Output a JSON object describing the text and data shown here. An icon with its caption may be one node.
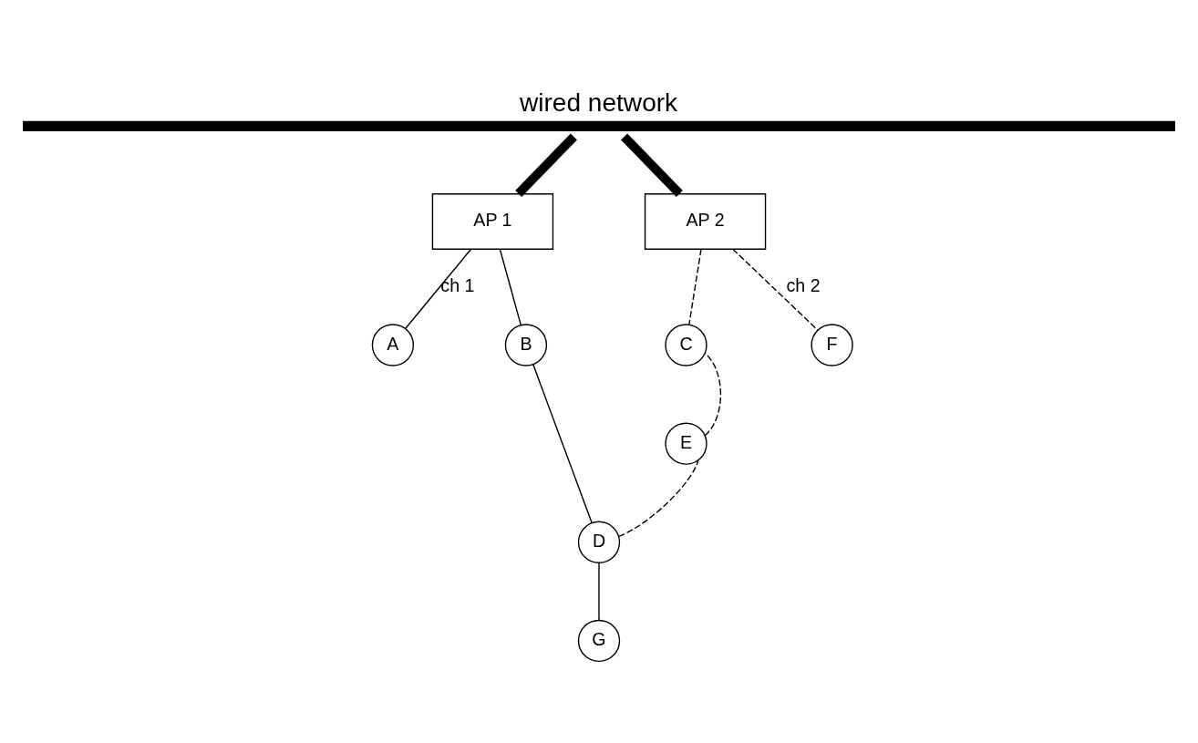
{
  "diagram": {
    "nodes": [
      {
        "text": [
          "wired network"
        ]
      },
      {
        "text": [
          "AP 1"
        ]
      },
      {
        "text": [
          "AP 2"
        ]
      },
      {
        "text": [
          "A"
        ]
      },
      {
        "text": [
          "B"
        ]
      },
      {
        "text": [
          "C"
        ]
      },
      {
        "text": [
          "F"
        ]
      },
      {
        "text": [
          "E"
        ]
      },
      {
        "text": [
          "D"
        ]
      },
      {
        "text": [
          "G"
        ]
      }
    ],
    "edges": [
      {
        "from": 0,
        "to": 1,
        "arrow": "none",
        "style": "thick"
      },
      {
        "from": 0,
        "to": 2,
        "arrow": "none",
        "style": "thick"
      },
      {
        "from": 1,
        "to": 3,
        "arrow": "none",
        "label": "ch 1"
      },
      {
        "from": 1,
        "to": 4,
        "arrow": "none"
      },
      {
        "from": 2,
        "to": 5,
        "arrow": "none",
        "style": "dashed"
      },
      {
        "from": 2,
        "to": 6,
        "arrow": "none",
        "style": "dashed",
        "label": "ch 2"
      },
      {
        "from": 4,
        "to": 8,
        "arrow": "none"
      },
      {
        "from": 8,
        "to": 9,
        "arrow": "none"
      },
      {
        "from": 8,
        "to": 7,
        "arrow": "none",
        "style": "dashed"
      },
      {
        "from": 7,
        "to": 5,
        "arrow": "none",
        "style": "dashed"
      }
    ]
  }
}
